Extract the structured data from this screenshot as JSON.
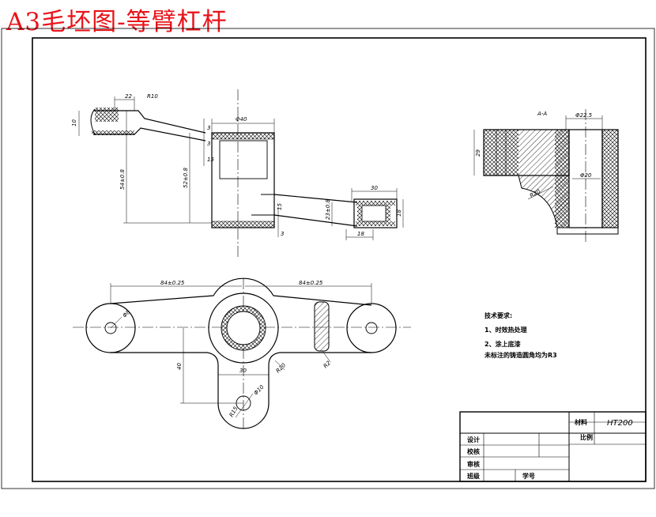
{
  "title": "A3毛坯图-等臂杠杆",
  "colors": {
    "title": "#e8141a",
    "line": "#000000"
  },
  "dims_top": {
    "d22": "22",
    "r10": "R10",
    "h10": "10",
    "d3a": "3",
    "phi40": "Φ40",
    "d3b": "3",
    "d15": "15",
    "h54": "54±0.8",
    "h52": "52±0.8",
    "w30": "30",
    "d15b": "15",
    "h23": "23±0.8",
    "h18": "18",
    "d3c": "3",
    "w18": "18"
  },
  "section": {
    "label": "A-A",
    "phi22": "Φ22.5",
    "phi20": "Φ20",
    "h29": "29",
    "r20": "R20"
  },
  "dims_bottom": {
    "len_left": "84±0.25",
    "len_right": "84±0.25",
    "phi8": "Φ8",
    "d40": "40",
    "d30": "30",
    "r20": "R20",
    "r2": "R2",
    "phi10": "Φ10",
    "r15": "R15"
  },
  "notes": {
    "heading": "技术要求:",
    "item1": "1、时效热处理",
    "item2": "2、涂上底漆",
    "item3": "未标注的铸造圆角均为R3"
  },
  "title_block": {
    "material_label": "材料",
    "material_value": "HT200",
    "scale_label": "比例",
    "design": "设计",
    "proofread": "校核",
    "review": "审核",
    "class": "班级",
    "student_no": "学号"
  }
}
